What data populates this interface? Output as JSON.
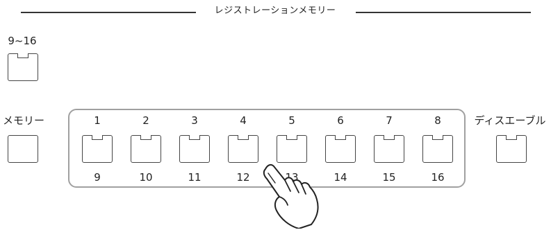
{
  "title": "レジストレーションメモリー",
  "bank_label": "9~16",
  "memory_label": "メモリー",
  "disable_label": "ディスエーブル",
  "top_numbers": [
    "1",
    "2",
    "3",
    "4",
    "5",
    "6",
    "7",
    "8"
  ],
  "bottom_numbers": [
    "9",
    "10",
    "11",
    "12",
    "13",
    "14",
    "15",
    "16"
  ],
  "icons": {
    "hand": "pointing-hand-icon"
  }
}
